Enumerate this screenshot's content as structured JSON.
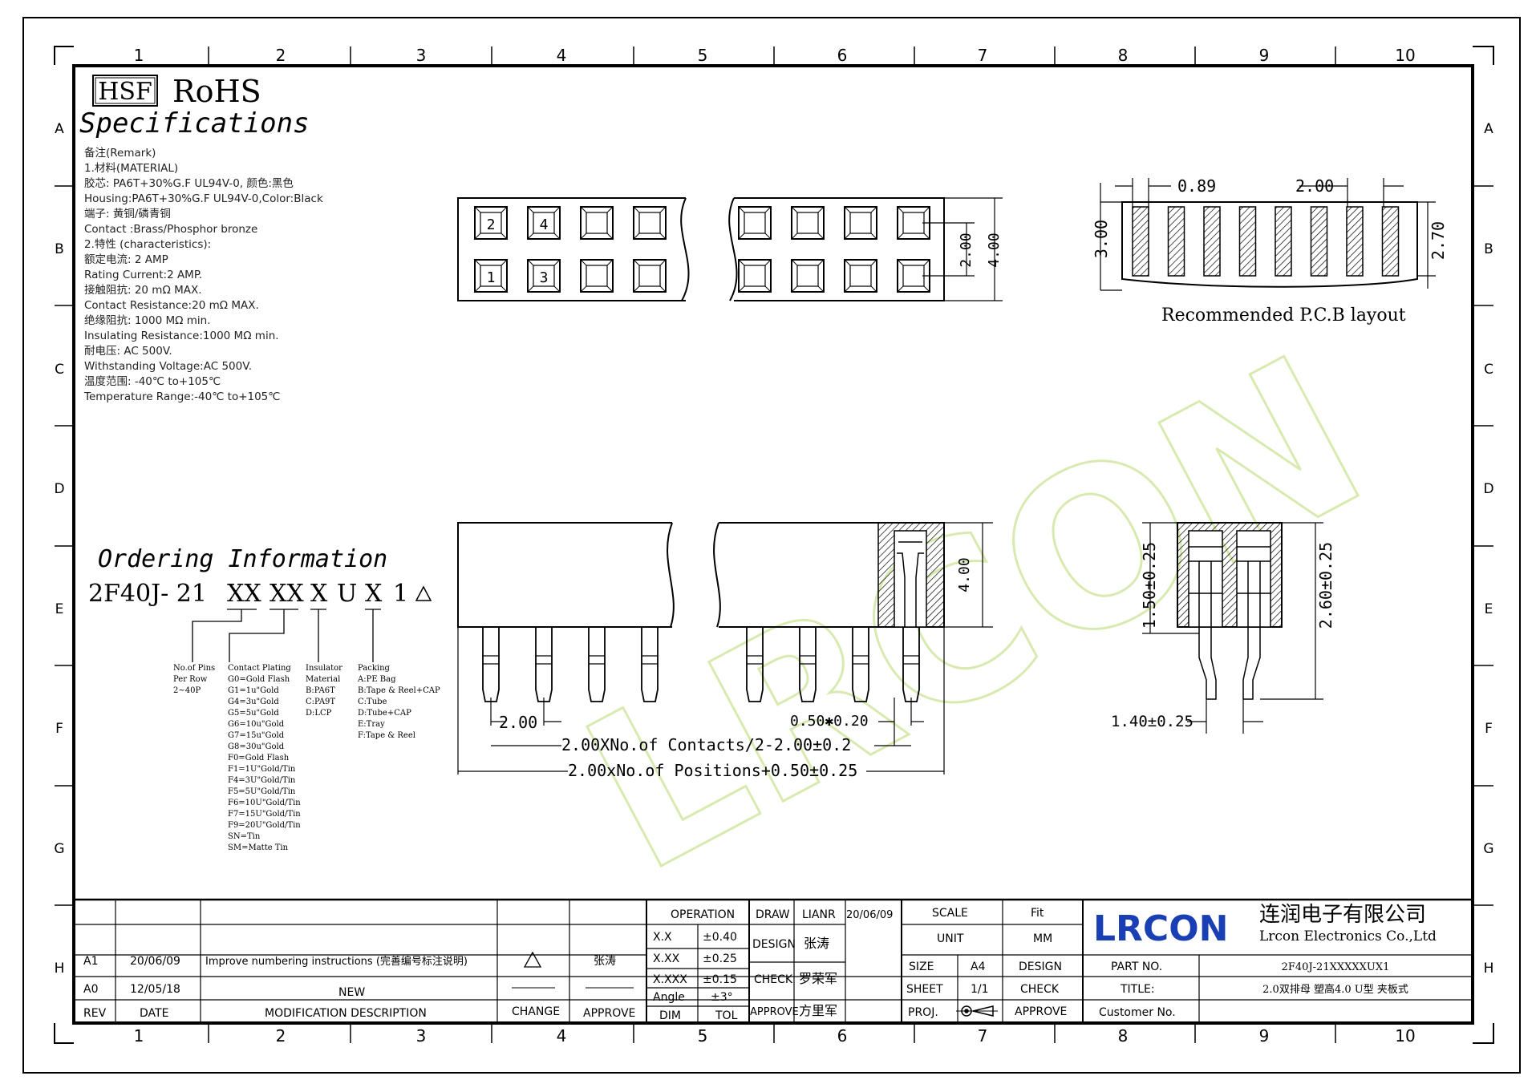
{
  "grid": {
    "cols": [
      "1",
      "2",
      "3",
      "4",
      "5",
      "6",
      "7",
      "8",
      "9",
      "10"
    ],
    "rows": [
      "A",
      "B",
      "C",
      "D",
      "E",
      "F",
      "G",
      "H"
    ]
  },
  "header": {
    "hsf": "HSF",
    "rohs": "RoHS",
    "specifications": "Specifications"
  },
  "remarks": [
    "备注(Remark)",
    "1.材料(MATERIAL)",
    "胶芯: PA6T+30%G.F UL94V-0, 颜色:黑色",
    "Housing:PA6T+30%G.F UL94V-0,Color:Black",
    "端子: 黄铜/磷青铜",
    "Contact :Brass/Phosphor bronze",
    "2.特性 (characteristics):",
    "额定电流: 2 AMP",
    "Rating Current:2 AMP.",
    "接触阻抗: 20 mΩ MAX.",
    "Contact Resistance:20 mΩ MAX.",
    "绝缘阻抗: 1000 MΩ min.",
    "Insulating Resistance:1000 MΩ  min.",
    "耐电压: AC 500V.",
    "Withstanding Voltage:AC 500V.",
    "温度范围: -40℃ to+105℃",
    "Temperature Range:-40℃ to+105℃"
  ],
  "top_view": {
    "pin_labels": [
      "2",
      "4",
      "1",
      "3"
    ],
    "dim_2_00": "2.00",
    "dim_4_00": "4.00"
  },
  "pcb": {
    "dim_0_89": "0.89",
    "dim_2_00": "2.00",
    "dim_3_00": "3.00",
    "dim_2_70": "2.70",
    "caption": "Recommended P.C.B layout"
  },
  "ordering": {
    "title": "Ordering Information",
    "code_prefix": "2F40J- 21",
    "code_parts": [
      "XX",
      "XX",
      "X",
      "U",
      "X",
      "1"
    ],
    "pins_label": [
      "No.of Pins",
      "Per Row",
      "2~40P"
    ],
    "plating_label": [
      "Contact Plating",
      "G0=Gold Flash",
      "G1=1u\"Gold",
      "G4=3u\"Gold",
      "G5=5u\"Gold",
      "G6=10u\"Gold",
      "G7=15u\"Gold",
      "G8=30u\"Gold",
      "F0=Gold Flash",
      "F1=1U\"Gold/Tin",
      "F4=3U\"Gold/Tin",
      "F5=5U\"Gold/Tin",
      "F6=10U\"Gold/Tin",
      "F7=15U\"Gold/Tin",
      "F9=20U\"Gold/Tin",
      "SN=Tin",
      "SM=Matte Tin"
    ],
    "insulator_label": [
      "Insulator",
      "Material",
      "B:PA6T",
      "C:PA9T",
      "D:LCP"
    ],
    "packing_label": [
      "Packing",
      "A:PE Bag",
      "B:Tape & Reel+CAP",
      "C:Tube",
      "D:Tube+CAP",
      "E:Tray",
      "F:Tape & Reel"
    ]
  },
  "side_view": {
    "dim_4_00": "4.00",
    "dim_2_00": "2.00",
    "dim_pin": "0.50✱0.20",
    "dim_contacts": "2.00XNo.of Contacts/2-2.00±0.2",
    "dim_positions": "2.00xNo.of Positions+0.50±0.25"
  },
  "end_view": {
    "dim_150": "1.50±0.25",
    "dim_260": "2.60±0.25",
    "dim_140": "1.40±0.25"
  },
  "watermark": "LRCON",
  "title_block": {
    "rev_rows": [
      {
        "rev": "A1",
        "date": "20/06/09",
        "desc": "Improve numbering instructions (完善编号标注说明)",
        "approve": "张涛"
      },
      {
        "rev": "A0",
        "date": "12/05/18",
        "desc": "NEW",
        "approve": ""
      }
    ],
    "rev_head": {
      "rev": "REV",
      "date": "DATE",
      "desc": "MODIFICATION DESCRIPTION",
      "change": "CHANGE",
      "approve": "APPROVE"
    },
    "tol": {
      "operation": "OPERATION",
      "rows": [
        [
          "X.X",
          "±0.40"
        ],
        [
          "X.XX",
          "±0.25"
        ],
        [
          "X.XXX",
          "±0.15"
        ],
        [
          "Angle",
          "±3°"
        ]
      ],
      "dim": "DIM",
      "tol": "TOL"
    },
    "people": {
      "draw": "DRAW",
      "draw_name": "LIANR",
      "draw_date": "20/06/09",
      "design": "DESIGN",
      "design_name": "张涛",
      "check": "CHECK",
      "check_name": "罗荣军",
      "approve": "APPROVE",
      "approve_name": "方里军"
    },
    "scale": {
      "scale": "SCALE",
      "fit": "Fit",
      "unit": "UNIT",
      "mm": "MM",
      "size": "SIZE",
      "a4": "A4",
      "design": "DESIGN",
      "sheet": "SHEET",
      "sheet_val": "1/1",
      "check": "CHECK",
      "proj": "PROJ.",
      "approve": "APPROVE"
    },
    "company": {
      "logo": "LRCON",
      "cn": "连润电子有限公司",
      "en": "Lrcon Electronics Co.,Ltd"
    },
    "part": {
      "part_no": "PART NO.",
      "part_val": "2F40J-21XXXXXUX1",
      "title": "TITLE:",
      "title_val": "2.0双排母 塑高4.0 U型 夹板式",
      "customer": "Customer No."
    }
  },
  "colors": {
    "ink": "#000000",
    "logo_blue": "#1a3fb5",
    "watermark": "#d8eab0"
  }
}
